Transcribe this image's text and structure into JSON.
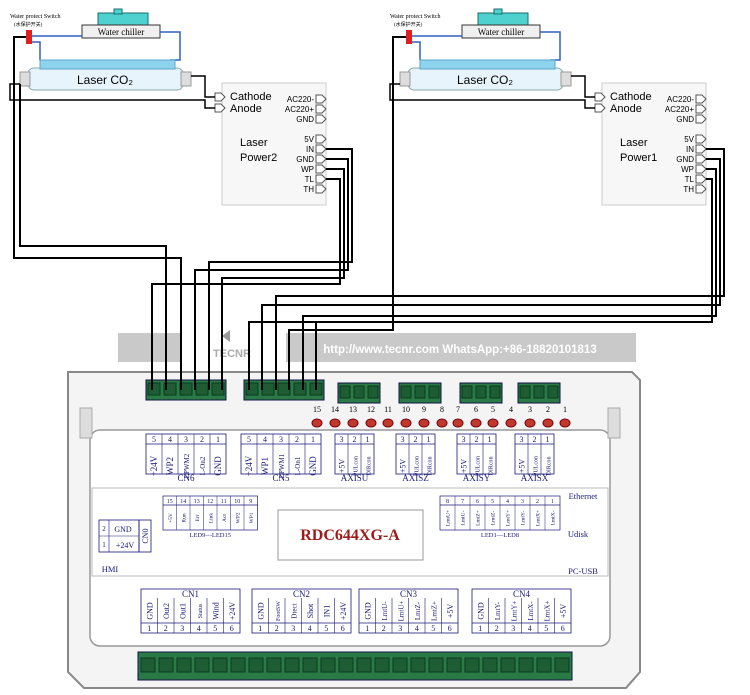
{
  "left_system": {
    "water_switch": "Water protect Switch",
    "water_switch_sub": "(水保护开关)",
    "water_chiller": "Water chiller",
    "laser_tube": "Laser CO₂",
    "cathode": "Cathode",
    "anode": "Anode",
    "power_title_1": "Laser",
    "power_title_2": "Power2",
    "power_pins": [
      "AC220-",
      "AC220+",
      "GND",
      "5V",
      "IN",
      "GND",
      "WP",
      "TL",
      "TH"
    ]
  },
  "right_system": {
    "water_switch": "Water protect Switch",
    "water_switch_sub": "(水保护开关)",
    "water_chiller": "Water chiller",
    "laser_tube": "Laser CO₂",
    "cathode": "Cathode",
    "anode": "Anode",
    "power_title_1": "Laser",
    "power_title_2": "Power1",
    "power_pins": [
      "AC220-",
      "AC220+",
      "GND",
      "5V",
      "IN",
      "GND",
      "WP",
      "TL",
      "TH"
    ]
  },
  "banner": {
    "brand": "TECNR",
    "text": "http://www.tecnr.com   WhatsApp:+86-18820101813"
  },
  "controller": {
    "model": "RDC644XG-A",
    "led_numbers": [
      "15",
      "14",
      "13",
      "12",
      "11",
      "10",
      "9",
      "8",
      "7",
      "6",
      "5",
      "4",
      "3",
      "2",
      "1"
    ],
    "cn6": {
      "label": "CN6",
      "pins": [
        {
          "num": "5",
          "name": "+24V"
        },
        {
          "num": "4",
          "name": "WP2"
        },
        {
          "num": "3",
          "name": "LPWM2"
        },
        {
          "num": "2",
          "name": "L-On2"
        },
        {
          "num": "1",
          "name": "GND"
        }
      ]
    },
    "cn5": {
      "label": "CN5",
      "pins": [
        {
          "num": "5",
          "name": "+24V"
        },
        {
          "num": "4",
          "name": "WP1"
        },
        {
          "num": "3",
          "name": "LPWM1"
        },
        {
          "num": "2",
          "name": "L-On1"
        },
        {
          "num": "1",
          "name": "GND"
        }
      ]
    },
    "axes": [
      {
        "label": "AXISU",
        "pins": [
          {
            "num": "3",
            "name": "+5V"
          },
          {
            "num": "2",
            "name": "PULcon"
          },
          {
            "num": "1",
            "name": "DIRcon"
          }
        ]
      },
      {
        "label": "AXISZ",
        "pins": [
          {
            "num": "3",
            "name": "+5V"
          },
          {
            "num": "2",
            "name": "PULcon"
          },
          {
            "num": "1",
            "name": "DIRcon"
          }
        ]
      },
      {
        "label": "AXISY",
        "pins": [
          {
            "num": "3",
            "name": "+5V"
          },
          {
            "num": "2",
            "name": "PULcon"
          },
          {
            "num": "1",
            "name": "DIRcon"
          }
        ]
      },
      {
        "label": "AXISX",
        "pins": [
          {
            "num": "3",
            "name": "+5V"
          },
          {
            "num": "2",
            "name": "PULcon"
          },
          {
            "num": "1",
            "name": "DIRcon"
          }
        ]
      }
    ],
    "led9_15": {
      "label": "LED9—LED15",
      "nums": [
        "15",
        "14",
        "13",
        "12",
        "11",
        "10",
        "9"
      ],
      "names": [
        "+5V",
        "Run",
        "Err",
        "Link",
        "Act",
        "WP2",
        "WP1"
      ]
    },
    "led1_8": {
      "label": "LED1—LED8",
      "nums": [
        "8",
        "7",
        "6",
        "5",
        "4",
        "3",
        "2",
        "1"
      ],
      "names": [
        "LmtU+",
        "LmtU-",
        "LmtZ+",
        "LmtZ-",
        "LmtY+",
        "LmtY-",
        "LmtX+",
        "LmtX-"
      ]
    },
    "cn0": {
      "label": "CN0",
      "pins": [
        {
          "num": "2",
          "name": "GND"
        },
        {
          "num": "1",
          "name": "+24V"
        }
      ]
    },
    "side_labels": {
      "ethernet": "Ethernet",
      "udisk": "Udisk",
      "pcusb": "PC-USB",
      "hmi": "HMI"
    },
    "cn1": {
      "label": "CN1",
      "pins": [
        {
          "num": "1",
          "name": "GND"
        },
        {
          "num": "2",
          "name": "Out2"
        },
        {
          "num": "3",
          "name": "Out1"
        },
        {
          "num": "4",
          "name": "Status"
        },
        {
          "num": "5",
          "name": "Wind"
        },
        {
          "num": "6",
          "name": "+24V"
        }
      ]
    },
    "cn2": {
      "label": "CN2",
      "pins": [
        {
          "num": "1",
          "name": "GND"
        },
        {
          "num": "2",
          "name": "FootSW"
        },
        {
          "num": "3",
          "name": "Dtect"
        },
        {
          "num": "4",
          "name": "Shot"
        },
        {
          "num": "5",
          "name": "IN1"
        },
        {
          "num": "6",
          "name": "+24V"
        }
      ]
    },
    "cn3": {
      "label": "CN3",
      "pins": [
        {
          "num": "1",
          "name": "GND"
        },
        {
          "num": "2",
          "name": "LmtU-"
        },
        {
          "num": "3",
          "name": "LmtU+"
        },
        {
          "num": "4",
          "name": "LmtZ-"
        },
        {
          "num": "5",
          "name": "LmtZ+"
        },
        {
          "num": "6",
          "name": "+5V"
        }
      ]
    },
    "cn4": {
      "label": "CN4",
      "pins": [
        {
          "num": "1",
          "name": "GND"
        },
        {
          "num": "2",
          "name": "LmtY-"
        },
        {
          "num": "3",
          "name": "LmtY+"
        },
        {
          "num": "4",
          "name": "LmtX-"
        },
        {
          "num": "5",
          "name": "LmtX+"
        },
        {
          "num": "6",
          "name": "+5V"
        }
      ]
    }
  },
  "colors": {
    "wire": "#000000",
    "board_border": "#888888",
    "panel_text": "#1a1a7a",
    "chiller_cap": "#4fd1cf",
    "laser_tube": "#8ed3ee",
    "terminal": "#2a7a45",
    "led": "#c0392b",
    "banner_text": "#ffffff",
    "model_text": "#9b1a1a"
  }
}
